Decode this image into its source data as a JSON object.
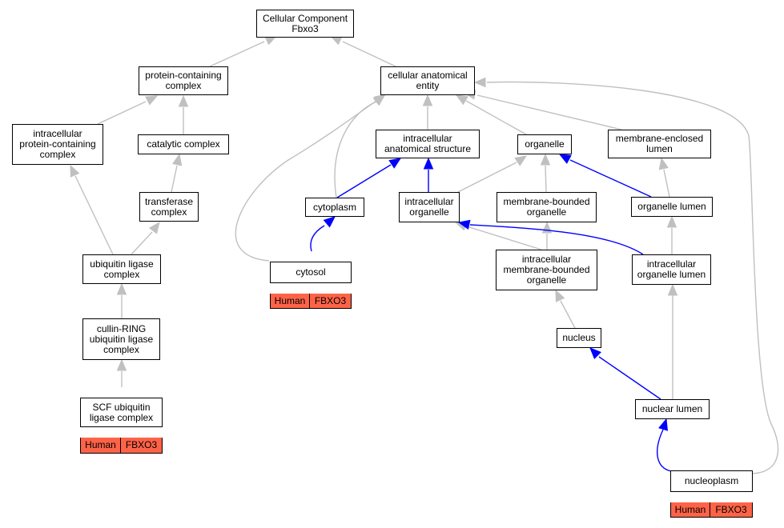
{
  "nodes": {
    "root": "Cellular Component\nFbxo3",
    "protein_containing_complex": "protein-containing\ncomplex",
    "cellular_anatomical_entity": "cellular anatomical\nentity",
    "intracellular_protein_containing_complex": "intracellular\nprotein-containing\ncomplex",
    "catalytic_complex": "catalytic complex",
    "intracellular_anatomical_structure": "intracellular\nanatomical structure",
    "organelle": "organelle",
    "membrane_enclosed_lumen": "membrane-enclosed\nlumen",
    "transferase_complex": "transferase\ncomplex",
    "cytoplasm": "cytoplasm",
    "intracellular_organelle": "intracellular\norganelle",
    "membrane_bounded_organelle": "membrane-bounded\norganelle",
    "organelle_lumen": "organelle lumen",
    "ubiquitin_ligase_complex": "ubiquitin ligase\ncomplex",
    "cytosol": "cytosol",
    "intracellular_membrane_bounded_organelle": "intracellular\nmembrane-bounded\norganelle",
    "intracellular_organelle_lumen": "intracellular\norganelle lumen",
    "cullin_ring_ubiquitin_ligase_complex": "cullin-RING\nubiquitin ligase\ncomplex",
    "nucleus": "nucleus",
    "scf_ubiquitin_ligase_complex": "SCF ubiquitin\nligase complex",
    "nuclear_lumen": "nuclear lumen",
    "nucleoplasm": "nucleoplasm"
  },
  "annotations": {
    "species": "Human",
    "gene": "FBXO3"
  },
  "colors": {
    "is_a_edge": "#c0c0c0",
    "part_of_edge": "#0000ff",
    "annotation_fill": "#ff6347"
  }
}
